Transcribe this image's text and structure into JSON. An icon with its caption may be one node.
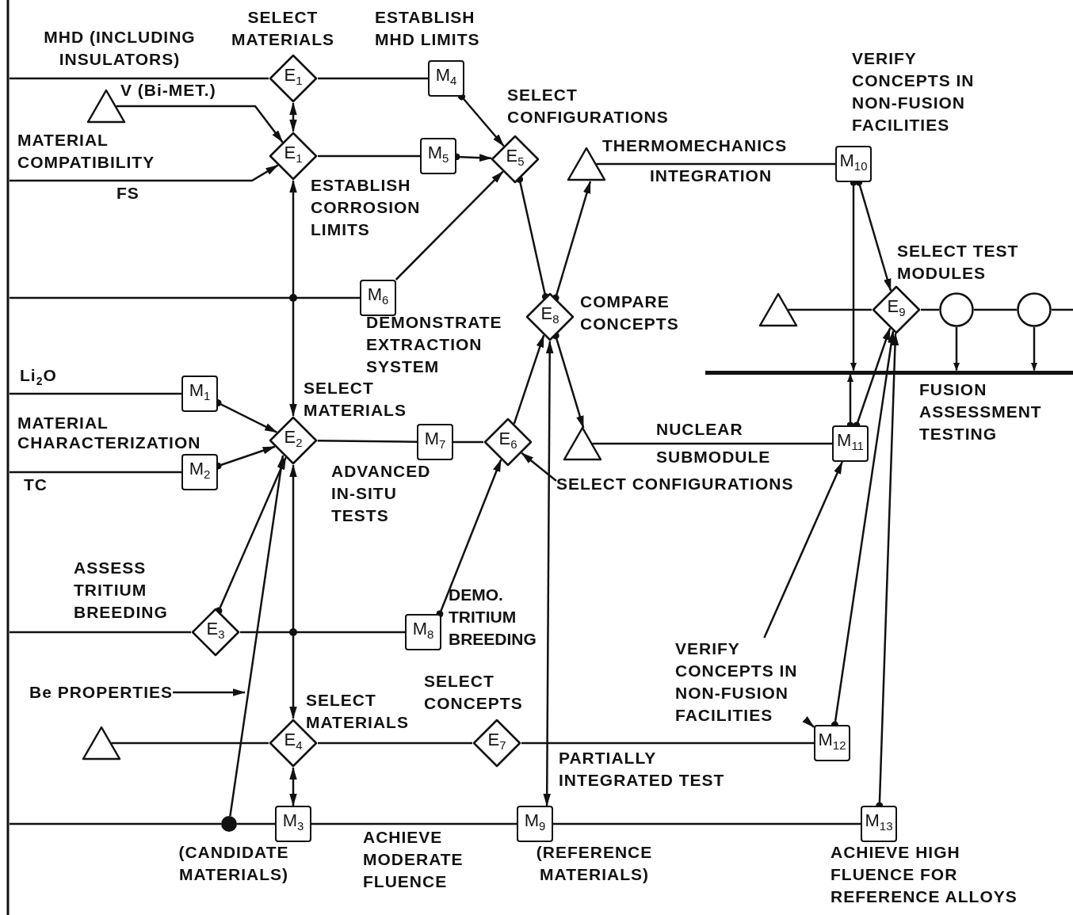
{
  "diagram": {
    "nodes": [
      {
        "text": [
          "E$_{1}$"
        ],
        "beside": [
          "SELECT MATERIALS"
        ]
      },
      {
        "text": [
          "M$_{4}$"
        ],
        "beside": [
          "ESTABLISH MHD LIMITS"
        ]
      },
      {
        "text": [],
        "shape": "triangle"
      },
      {
        "text": [
          "E$_{1}$"
        ],
        "beside": [
          "ESTABLISH CORROSION LIMITS"
        ]
      },
      {
        "text": [
          "M$_{5}$"
        ]
      },
      {
        "text": [
          "E$_{5}$"
        ],
        "beside": [
          "SELECT CONFIGURATIONS"
        ]
      },
      {
        "text": [
          "M$_{6}$"
        ],
        "beside": [
          "DEMONSTRATE EXTRACTION SYSTEM"
        ]
      },
      {
        "text": [
          "E$_{8}$"
        ],
        "beside": [
          "COMPARE CONCEPTS"
        ]
      },
      {
        "text": [],
        "shape": "triangle"
      },
      {
        "text": [
          "M$_{10}$"
        ],
        "beside": [
          "VERIFY CONCEPTS IN NON-FUSION FACILITIES"
        ]
      },
      {
        "text": [],
        "shape": "triangle"
      },
      {
        "text": [
          "E$_{9}$"
        ],
        "beside": [
          "SELECT TEST MODULES"
        ]
      },
      {
        "text": [],
        "shape": "circle"
      },
      {
        "text": [],
        "shape": "circle"
      },
      {
        "text": [
          "M$_{1}$"
        ]
      },
      {
        "text": [
          "E$_{2}$"
        ],
        "beside": [
          "SELECT MATERIALS"
        ]
      },
      {
        "text": [
          "M$_{2}$"
        ]
      },
      {
        "text": [
          "M$_{7}$"
        ],
        "beside": [
          "ADVANCED IN-SITU TESTS"
        ]
      },
      {
        "text": [
          "E$_{6}$"
        ]
      },
      {
        "text": [],
        "shape": "triangle"
      },
      {
        "text": [
          "M$_{11}$"
        ]
      },
      {
        "text": [
          "E$_{3}$"
        ],
        "beside": [
          "ASSESS TRITIUM BREEDING"
        ]
      },
      {
        "text": [
          "M$_{8}$"
        ],
        "beside": [
          "DEMO. TRITIUM BREEDING"
        ]
      },
      {
        "text": [
          "E$_{4}$"
        ],
        "beside": [
          "SELECT MATERIALS"
        ]
      },
      {
        "text": [],
        "shape": "triangle"
      },
      {
        "text": [
          "E$_{7}$"
        ],
        "beside": [
          "SELECT CONCEPTS"
        ]
      },
      {
        "text": [
          "M$_{12}$"
        ]
      },
      {
        "text": [
          "M$_{3}$"
        ],
        "beside": [
          "(CANDIDATE MATERIALS)"
        ]
      },
      {
        "text": [
          "M$_{9}$"
        ],
        "beside": [
          "(REFERENCE MATERIALS)"
        ]
      },
      {
        "text": [
          "M$_{13}$"
        ],
        "beside": [
          "ACHIEVE HIGH FLUENCE FOR REFERENCE ALLOYS"
        ]
      },
      {
        "text": [
          "VERIFY CONCEPTS IN NON-FUSION FACILITIES"
        ]
      },
      {
        "text": [
          "Be PROPERTIES"
        ]
      },
      {
        "text": [],
        "shape": "dot"
      },
      {
        "text": [],
        "shape": "bar"
      },
      {
        "text": [
          "SELECT CONFIGURATIONS"
        ]
      }
    ],
    "edges": [
      {
        "from": null,
        "to": 0,
        "arrow": "none"
      },
      {
        "from": 0,
        "to": 1,
        "arrow": "none"
      },
      {
        "from": 1,
        "to": 5,
        "arrow": "to"
      },
      {
        "from": 0,
        "to": 3,
        "arrow": "both"
      },
      {
        "from": 2,
        "to": 3,
        "arrow": "to"
      },
      {
        "from": null,
        "to": 3,
        "arrow": "to"
      },
      {
        "from": 3,
        "to": 4,
        "arrow": "none"
      },
      {
        "from": 4,
        "to": 5,
        "arrow": "to"
      },
      {
        "from": 6,
        "to": 5,
        "arrow": "to"
      },
      {
        "from": null,
        "to": 6,
        "arrow": "none"
      },
      {
        "from": 3,
        "to": 15,
        "arrow": "both"
      },
      {
        "from": 5,
        "to": 7,
        "arrow": "other"
      },
      {
        "from": 7,
        "to": 8,
        "arrow": "to"
      },
      {
        "from": 8,
        "to": 9,
        "arrow": "none"
      },
      {
        "from": 9,
        "to": 33,
        "arrow": "to"
      },
      {
        "from": 9,
        "to": 11,
        "arrow": "to"
      },
      {
        "from": 10,
        "to": 11,
        "arrow": "none"
      },
      {
        "from": 11,
        "to": 12,
        "arrow": "none"
      },
      {
        "from": 12,
        "to": 13,
        "arrow": "none"
      },
      {
        "from": 13,
        "to": null,
        "arrow": "none"
      },
      {
        "from": 12,
        "to": 33,
        "arrow": "to"
      },
      {
        "from": 13,
        "to": 33,
        "arrow": "to"
      },
      {
        "from": null,
        "to": 14,
        "arrow": "none"
      },
      {
        "from": 14,
        "to": 15,
        "arrow": "to"
      },
      {
        "from": null,
        "to": 16,
        "arrow": "none"
      },
      {
        "from": 16,
        "to": 15,
        "arrow": "to"
      },
      {
        "from": 15,
        "to": 17,
        "arrow": "none"
      },
      {
        "from": 17,
        "to": 18,
        "arrow": "none"
      },
      {
        "from": 18,
        "to": 7,
        "arrow": "to"
      },
      {
        "from": 7,
        "to": 19,
        "arrow": "to"
      },
      {
        "from": 19,
        "to": 20,
        "arrow": "none"
      },
      {
        "from": 20,
        "to": 33,
        "arrow": "to"
      },
      {
        "from": 20,
        "to": 11,
        "arrow": "to"
      },
      {
        "from": 34,
        "to": 18,
        "arrow": "to"
      },
      {
        "from": 22,
        "to": 18,
        "arrow": "to"
      },
      {
        "from": 21,
        "to": 15,
        "arrow": "to"
      },
      {
        "from": null,
        "to": 21,
        "arrow": "none"
      },
      {
        "from": 21,
        "to": 22,
        "arrow": "none"
      },
      {
        "from": 15,
        "to": 23,
        "arrow": "both"
      },
      {
        "from": 32,
        "to": 15,
        "arrow": "to"
      },
      {
        "from": 31,
        "to": null,
        "arrow": "to"
      },
      {
        "from": 24,
        "to": 23,
        "arrow": "none"
      },
      {
        "from": 23,
        "to": 25,
        "arrow": "none"
      },
      {
        "from": 25,
        "to": 26,
        "arrow": "none"
      },
      {
        "from": 23,
        "to": 27,
        "arrow": "both"
      },
      {
        "from": null,
        "to": 32,
        "arrow": "none"
      },
      {
        "from": 32,
        "to": 27,
        "arrow": "none"
      },
      {
        "from": 27,
        "to": 28,
        "arrow": "none"
      },
      {
        "from": 28,
        "to": 29,
        "arrow": "none"
      },
      {
        "from": 26,
        "to": 11,
        "arrow": "to"
      },
      {
        "from": 29,
        "to": 11,
        "arrow": "to"
      },
      {
        "from": 30,
        "to": 20,
        "arrow": "to"
      },
      {
        "from": 30,
        "to": 26,
        "arrow": "to"
      },
      {
        "from": 7,
        "to": 28,
        "arrow": "both"
      }
    ],
    "labels": [
      "MHD (INCLUDING INSULATORS)",
      "V (Bi-MET.)",
      "MATERIAL COMPATIBILITY",
      "FS",
      "THERMOMECHANICS",
      "INTEGRATION",
      "FUSION ASSESSMENT TESTING",
      "Li$_{2}$O",
      "MATERIAL CHARACTERIZATION",
      "TC",
      "NUCLEAR",
      "SUBMODULE",
      "PARTIALLY INTEGRATED TEST",
      "ACHIEVE MODERATE FLUENCE"
    ]
  }
}
